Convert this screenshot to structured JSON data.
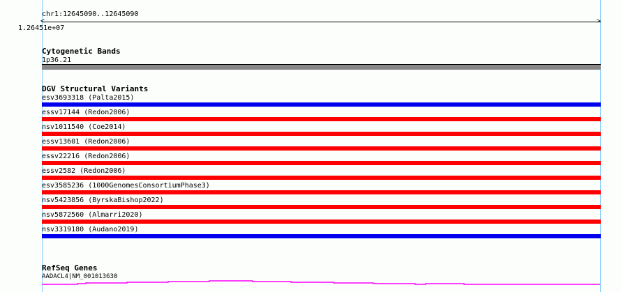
{
  "region": "chr1:12645090..12645090",
  "axis_tick": "1.26451e+07",
  "tracks": {
    "cytoband": {
      "title": "Cytogenetic Bands",
      "band": "1p36.21",
      "color": "#888888"
    },
    "dgv": {
      "title": "DGV Structural Variants",
      "items": [
        {
          "label": "esv3693318 (Palta2015)",
          "color": "#0000ee"
        },
        {
          "label": "essv17144 (Redon2006)",
          "color": "#ff0000"
        },
        {
          "label": "nsv1011540 (Coe2014)",
          "color": "#ff0000"
        },
        {
          "label": "essv13601 (Redon2006)",
          "color": "#ff0000"
        },
        {
          "label": "essv22216 (Redon2006)",
          "color": "#ff0000"
        },
        {
          "label": "essv2582 (Redon2006)",
          "color": "#ff0000"
        },
        {
          "label": "esv3585236 (1000GenomesConsortiumPhase3)",
          "color": "#ff0000"
        },
        {
          "label": "nsv5423856 (ByrskaBishop2022)",
          "color": "#ff0000"
        },
        {
          "label": "nsv5872560 (Almarri2020)",
          "color": "#ff0000"
        },
        {
          "label": "nsv3319180 (Audano2019)",
          "color": "#0000ee"
        }
      ]
    },
    "refseq": {
      "title": "RefSeq Genes",
      "gene": "AADACL4|NM_001013630",
      "color": "#ff00ff"
    }
  }
}
